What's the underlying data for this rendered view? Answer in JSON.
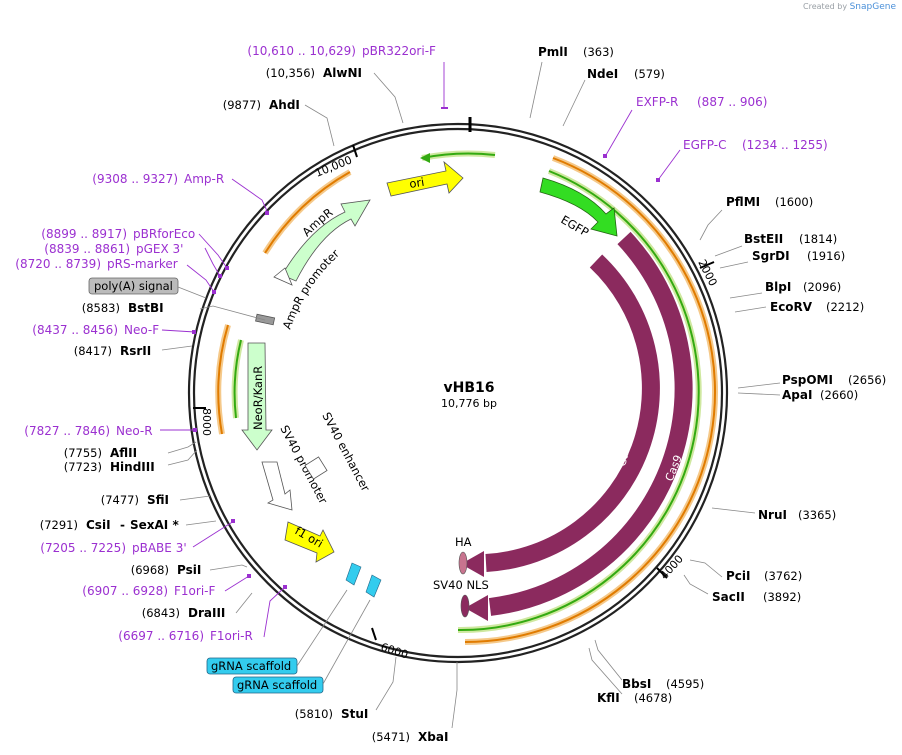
{
  "credit": {
    "prefix": "Created by",
    "brand": "SnapGene"
  },
  "plasmid": {
    "name": "vHB16",
    "size": "10,776 bp"
  },
  "ticks": [
    {
      "label": "2000"
    },
    {
      "label": "4000"
    },
    {
      "label": "6000"
    },
    {
      "label": "8000"
    },
    {
      "label": "10,000"
    }
  ],
  "sites": [
    {
      "name": "PmlI",
      "pos": "(363)"
    },
    {
      "name": "NdeI",
      "pos": "(579)"
    },
    {
      "name": "PflMI",
      "pos": "(1600)"
    },
    {
      "name": "BstEII",
      "pos": "(1814)"
    },
    {
      "name": "SgrDI",
      "pos": "(1916)"
    },
    {
      "name": "BlpI",
      "pos": "(2096)"
    },
    {
      "name": "EcoRV",
      "pos": "(2212)"
    },
    {
      "name": "PspOMI",
      "pos": "(2656)"
    },
    {
      "name": "ApaI",
      "pos": "(2660)"
    },
    {
      "name": "NruI",
      "pos": "(3365)"
    },
    {
      "name": "PciI",
      "pos": "(3762)"
    },
    {
      "name": "SacII",
      "pos": "(3892)"
    },
    {
      "name": "BbsI",
      "pos": "(4595)"
    },
    {
      "name": "KflI",
      "pos": "(4678)"
    },
    {
      "name": "XbaI",
      "pos": "(5471)"
    },
    {
      "name": "StuI",
      "pos": "(5810)"
    },
    {
      "name": "DraIII",
      "pos": "(6843)"
    },
    {
      "name": "PsiI",
      "pos": "(6968)"
    },
    {
      "name": "CsiI",
      "pos": "(7291)",
      "extra": "SexAI *"
    },
    {
      "name": "SfiI",
      "pos": "(7477)"
    },
    {
      "name": "HindIII",
      "pos": "(7723)"
    },
    {
      "name": "AflII",
      "pos": "(7755)"
    },
    {
      "name": "RsrII",
      "pos": "(8417)"
    },
    {
      "name": "BstBI",
      "pos": "(8583)"
    },
    {
      "name": "AhdI",
      "pos": "(9877)"
    },
    {
      "name": "AlwNI",
      "pos": "(10,356)"
    }
  ],
  "primers": [
    {
      "name": "pBR322ori-F",
      "range": "(10,610 .. 10,629)"
    },
    {
      "name": "EXFP-R",
      "range": "(887 .. 906)"
    },
    {
      "name": "EGFP-C",
      "range": "(1234 .. 1255)"
    },
    {
      "name": "Amp-R",
      "range": "(9308 .. 9327)"
    },
    {
      "name": "pBRforEco",
      "range": "(8899 .. 8917)"
    },
    {
      "name": "pGEX 3'",
      "range": "(8839 .. 8861)"
    },
    {
      "name": "pRS-marker",
      "range": "(8720 .. 8739)"
    },
    {
      "name": "Neo-F",
      "range": "(8437 .. 8456)"
    },
    {
      "name": "Neo-R",
      "range": "(7827 .. 7846)"
    },
    {
      "name": "pBABE 3'",
      "range": "(7205 .. 7225)"
    },
    {
      "name": "F1ori-F",
      "range": "(6907 .. 6928)"
    },
    {
      "name": "F1ori-R",
      "range": "(6697 .. 6716)"
    }
  ],
  "features": {
    "ori": "ori",
    "egfp": "EGFP",
    "ampr": "AmpR",
    "ampr_promoter": "AmpR promoter",
    "neor": "NeoR/KanR",
    "sv40_promoter": "SV40 promoter",
    "sv40_enhancer": "SV40 enhancer",
    "f1ori": "f1 ori",
    "cas9_inner": "Cas9",
    "cas9_outer": "Cas9",
    "ha": "HA",
    "sv40nls": "SV40 NLS",
    "polya": "poly(A) signal",
    "grna1": "gRNA scaffold",
    "grna2": "gRNA scaffold"
  },
  "colors": {
    "backbone": "#222222",
    "cas9": "#8b2a5e",
    "egfp": "#33dd22",
    "ori": "#ffff00",
    "ampr": "#ccffcc",
    "orf_orange": "#e07b00",
    "orf_green": "#33aa11",
    "primer": "#9b30d0",
    "grna": "#33ccee",
    "polya": "#bbbbbb"
  }
}
